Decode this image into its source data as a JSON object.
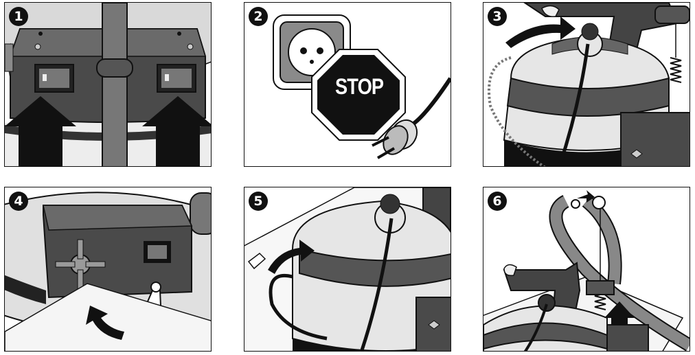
{
  "steps": [
    {
      "number": "1",
      "icons": [
        "power-switch-left",
        "power-switch-right",
        "up-arrow-left",
        "up-arrow-right"
      ]
    },
    {
      "number": "2",
      "icons": [
        "wall-socket-icon",
        "stop-sign-icon",
        "plug-icon"
      ]
    },
    {
      "number": "3",
      "icons": [
        "curved-arrow-icon",
        "iron-icon",
        "spring-icon"
      ]
    },
    {
      "number": "4",
      "icons": [
        "control-box-icon",
        "curved-arrow-icon",
        "stand-icon"
      ]
    },
    {
      "number": "5",
      "icons": [
        "curved-arrow-icon",
        "boiler-icon"
      ]
    },
    {
      "number": "6",
      "icons": [
        "hose-icon",
        "spring-icon",
        "up-arrow-icon",
        "iron-icon"
      ]
    }
  ],
  "stop_sign": {
    "label": "STOP"
  },
  "colors": {
    "ink": "#111111",
    "dark_gray": "#4a4a4a",
    "mid_gray": "#7c7c7c",
    "light_gray": "#d9d9d9",
    "paper": "#ffffff"
  }
}
